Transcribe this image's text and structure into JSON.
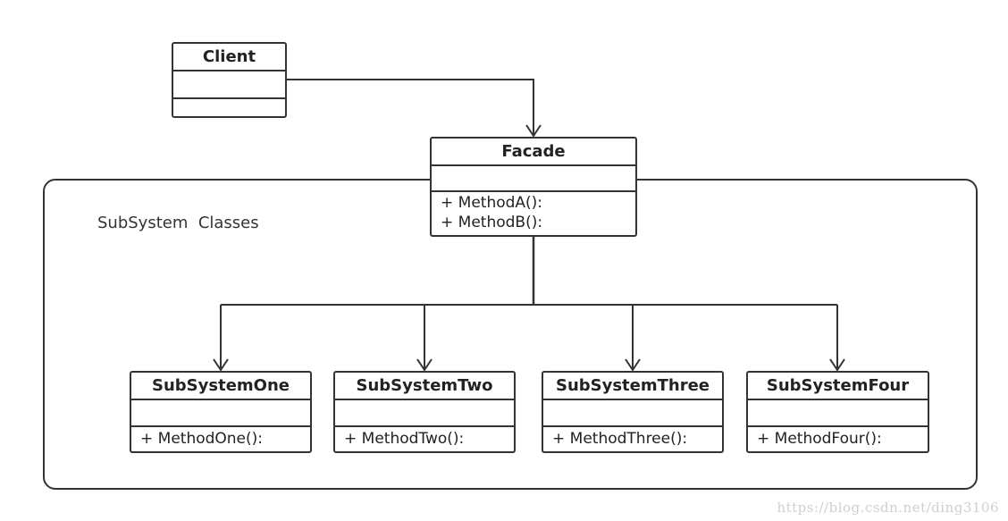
{
  "diagram": {
    "frame_label": "SubSystem  Classes",
    "client": {
      "name": "Client",
      "operations": []
    },
    "facade": {
      "name": "Facade",
      "operations": [
        "+ MethodA():",
        "+ MethodB():"
      ]
    },
    "subsystems": [
      {
        "name": "SubSystemOne",
        "operations": [
          "+ MethodOne():"
        ]
      },
      {
        "name": "SubSystemTwo",
        "operations": [
          "+ MethodTwo():"
        ]
      },
      {
        "name": "SubSystemThree",
        "operations": [
          "+ MethodThree():"
        ]
      },
      {
        "name": "SubSystemFour",
        "operations": [
          "+ MethodFour():"
        ]
      }
    ],
    "watermark": "https://blog.csdn.net/ding3106",
    "line_color": "#333333"
  }
}
